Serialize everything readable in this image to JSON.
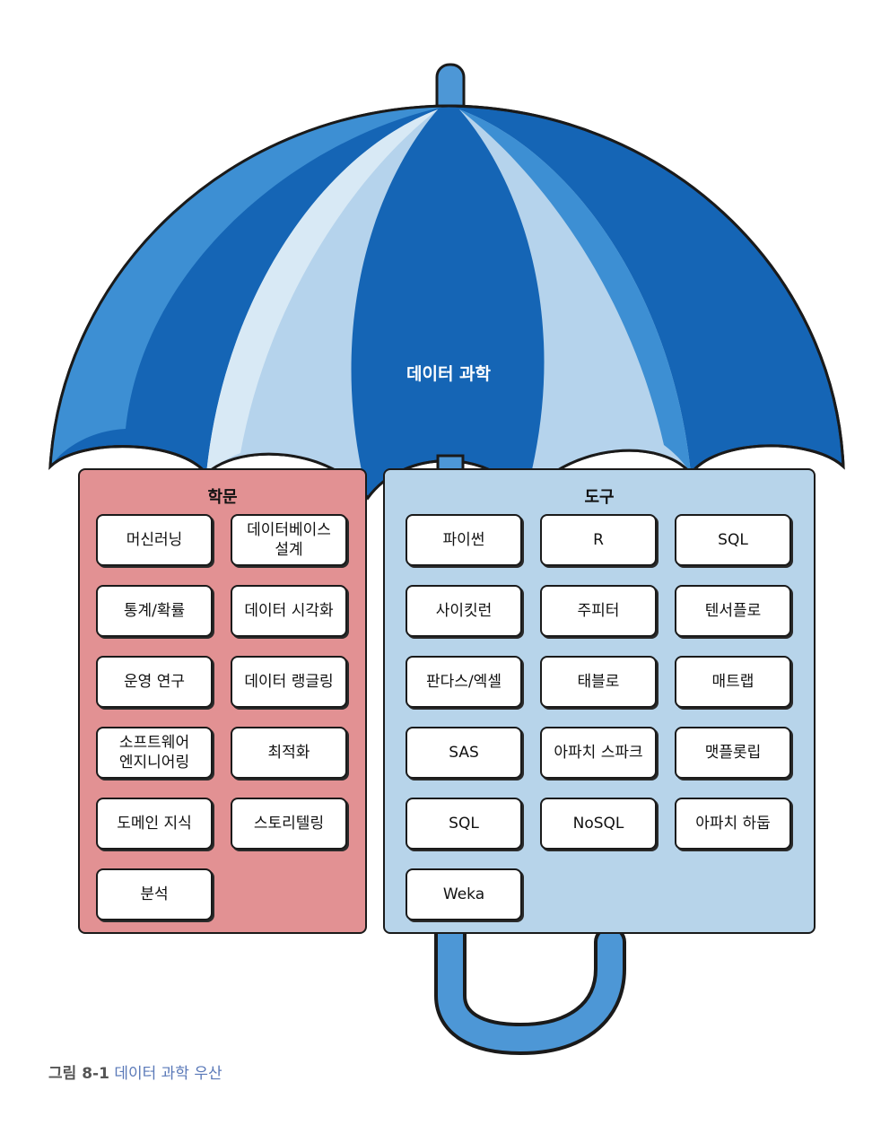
{
  "umbrella": {
    "title": "데이터 과학"
  },
  "academics": {
    "title": "학문",
    "items": [
      "머신러닝",
      "데이터베이스\n설계",
      "통계/확률",
      "데이터 시각화",
      "운영 연구",
      "데이터 랭글링",
      "소프트웨어\n엔지니어링",
      "최적화",
      "도메인 지식",
      "스토리텔링",
      "분석"
    ]
  },
  "tools": {
    "title": "도구",
    "items": [
      "파이썬",
      "R",
      "SQL",
      "사이킷런",
      "주피터",
      "텐서플로",
      "판다스/엑셀",
      "태블로",
      "매트랩",
      "SAS",
      "아파치 스파크",
      "맷플롯립",
      "SQL",
      "NoSQL",
      "아파치 하둡",
      "Weka"
    ]
  },
  "caption": {
    "label": "그림 8-1",
    "text": "데이터 과학 우산"
  },
  "colors": {
    "dark_blue": "#1565b5",
    "mid_blue": "#3d8fd3",
    "light_blue": "#b5d3ec",
    "pale_blue": "#d8e9f5",
    "academics_bg": "#e29193",
    "tools_bg": "#b7d4ea"
  }
}
